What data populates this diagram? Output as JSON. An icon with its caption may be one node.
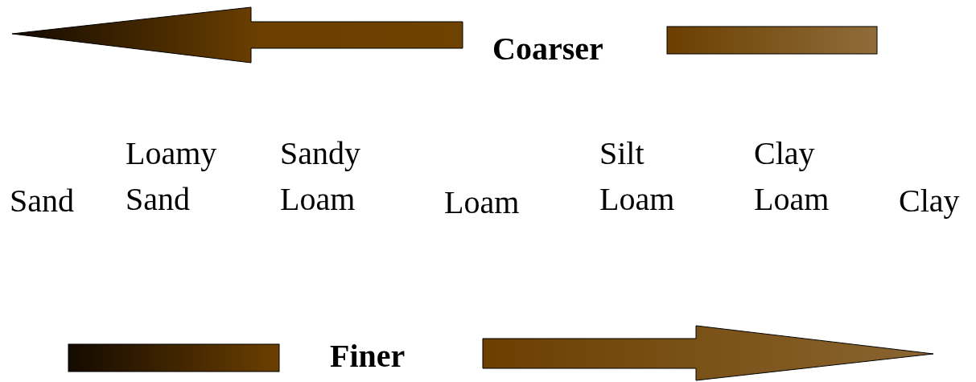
{
  "diagram": {
    "labels": [
      "Coarser",
      "Sand",
      "Loamy Sand",
      "Sandy Loam",
      "Loam",
      "Silt Loam",
      "Clay Loam",
      "Clay",
      "Finer"
    ]
  }
}
